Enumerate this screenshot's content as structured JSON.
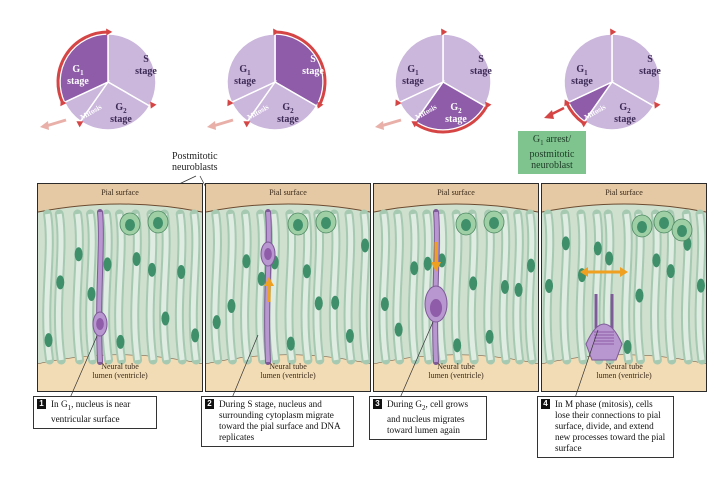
{
  "cycles": [
    {
      "g1": "G",
      "g1_sub": "1",
      "g1_word": "stage",
      "s": "S",
      "s_word": "stage",
      "g2": "G",
      "g2_sub": "2",
      "g2_word": "stage",
      "mitosis": "Mitosis"
    },
    {
      "g1": "G",
      "g1_sub": "1",
      "g1_word": "stage",
      "s": "S",
      "s_word": "stage",
      "g2": "G",
      "g2_sub": "2",
      "g2_word": "stage",
      "mitosis": "Mitosis"
    },
    {
      "g1": "G",
      "g1_sub": "1",
      "g1_word": "stage",
      "s": "S",
      "s_word": "stage",
      "g2": "G",
      "g2_sub": "2",
      "g2_word": "stage",
      "mitosis": "Mitosis"
    },
    {
      "g1": "G",
      "g1_sub": "1",
      "g1_word": "stage",
      "s": "S",
      "s_word": "stage",
      "g2": "G",
      "g2_sub": "2",
      "g2_word": "stage",
      "mitosis": "Mitosis"
    }
  ],
  "arrest": {
    "line1a": "G",
    "line1sub": "1",
    "line1b": " arrest/",
    "line2": "postmitotic",
    "line3": "neuroblast"
  },
  "postmitotic": {
    "line1": "Postmitotic",
    "line2": "neuroblasts"
  },
  "panels": [
    {
      "pial": "Pial surface",
      "lumen1": "Neural tube",
      "lumen2": "lumen (ventricle)"
    },
    {
      "pial": "Pial surface",
      "lumen1": "Neural tube",
      "lumen2": "lumen (ventricle)"
    },
    {
      "pial": "Pial surface",
      "lumen1": "Neural tube",
      "lumen2": "lumen (ventricle)"
    },
    {
      "pial": "Pial surface",
      "lumen1": "Neural tube",
      "lumen2": "lumen (ventricle)"
    }
  ],
  "captions": [
    {
      "num": "1",
      "pre": "In G",
      "sub": "1",
      "post": ", nucleus is near ventricular surface"
    },
    {
      "num": "2",
      "text": "During S stage, nucleus and surrounding cytoplasm migrate toward the pial surface and DNA replicates"
    },
    {
      "num": "3",
      "pre": "During G",
      "sub": "2",
      "post": ", cell grows and nucleus migrates toward lumen again"
    },
    {
      "num": "4",
      "text": "In M phase (mitosis), cells lose their connections to pial surface, divide, and extend new processes toward the pial surface"
    }
  ],
  "colors": {
    "highlight": "#8e5ca8",
    "light_purple": "#cbb6dc",
    "arrow_red": "#d64545",
    "tissue": "#e5c9a4",
    "cell_green": "#a8cdb0",
    "nucleus_green": "#3e8f6a",
    "migrating_cell": "#b896cf",
    "arrow_orange": "#f0a020",
    "arrest_green": "#7fc48f"
  }
}
